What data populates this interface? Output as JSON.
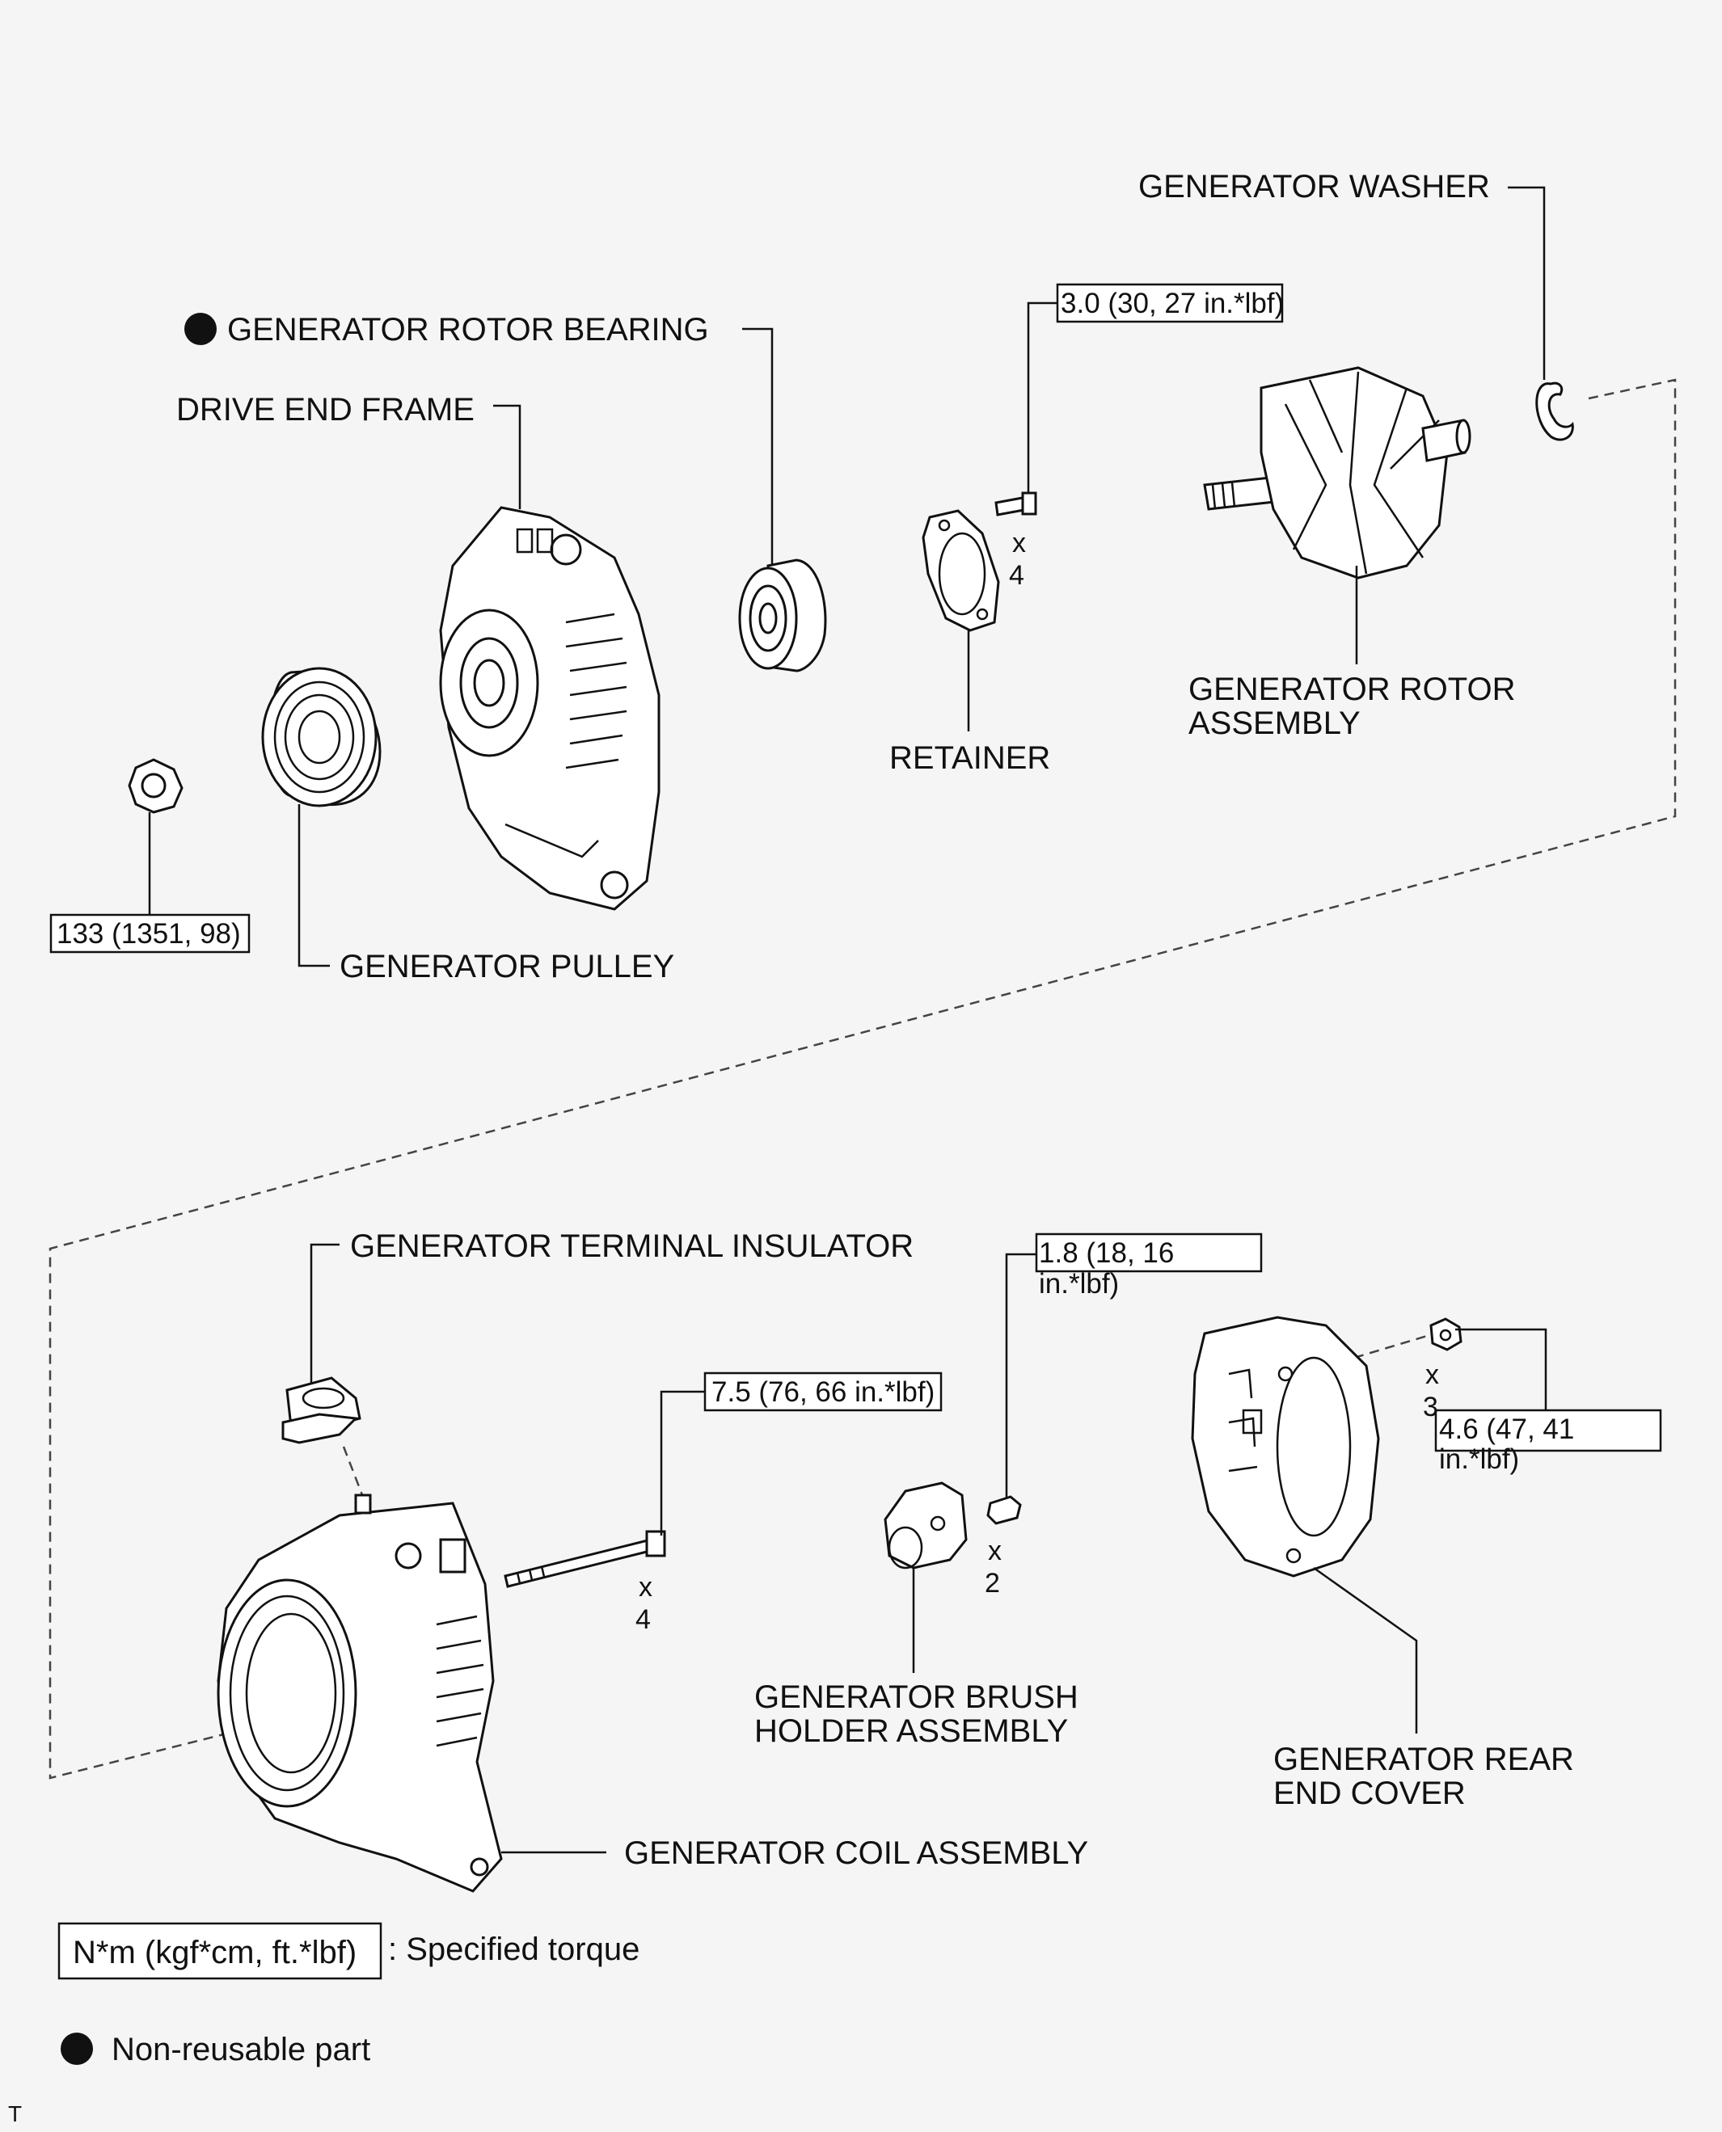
{
  "labels": {
    "generator_washer": "GENERATOR WASHER",
    "generator_rotor_bearing": "GENERATOR ROTOR BEARING",
    "drive_end_frame": "DRIVE END FRAME",
    "retainer": "RETAINER",
    "generator_rotor_assembly": [
      "GENERATOR ROTOR",
      "ASSEMBLY"
    ],
    "generator_pulley": "GENERATOR PULLEY",
    "generator_terminal_insulator": "GENERATOR TERMINAL INSULATOR",
    "generator_brush_holder_assembly": [
      "GENERATOR BRUSH",
      "HOLDER ASSEMBLY"
    ],
    "generator_rear_end_cover": [
      "GENERATOR REAR",
      "END COVER"
    ],
    "generator_coil_assembly": "GENERATOR COIL ASSEMBLY"
  },
  "torques": {
    "retainer_screw": [
      "3.0 (30, 27 in.*lbf)"
    ],
    "pulley_nut": [
      "133 (1351, 98)"
    ],
    "brush_holder_screw": [
      "1.8 (18, 16",
      "in.*lbf)"
    ],
    "through_bolt": [
      "7.5 (76, 66 in.*lbf)"
    ],
    "rear_cover_nut": [
      "4.6 (47, 41",
      "in.*lbf)"
    ]
  },
  "quantities": {
    "retainer_screw": [
      "x",
      "4"
    ],
    "through_bolt": [
      "x",
      "4"
    ],
    "brush_holder_screw": [
      "x",
      "2"
    ],
    "rear_cover_nut": [
      "x",
      "3"
    ]
  },
  "legend": {
    "torque_box": "N*m (kgf*cm, ft.*lbf)",
    "torque_text": ": Specified torque",
    "nonreusable_text": "Non-reusable part"
  },
  "footer_mark": "T",
  "icons": [
    "non-reusable-dot-icon"
  ]
}
